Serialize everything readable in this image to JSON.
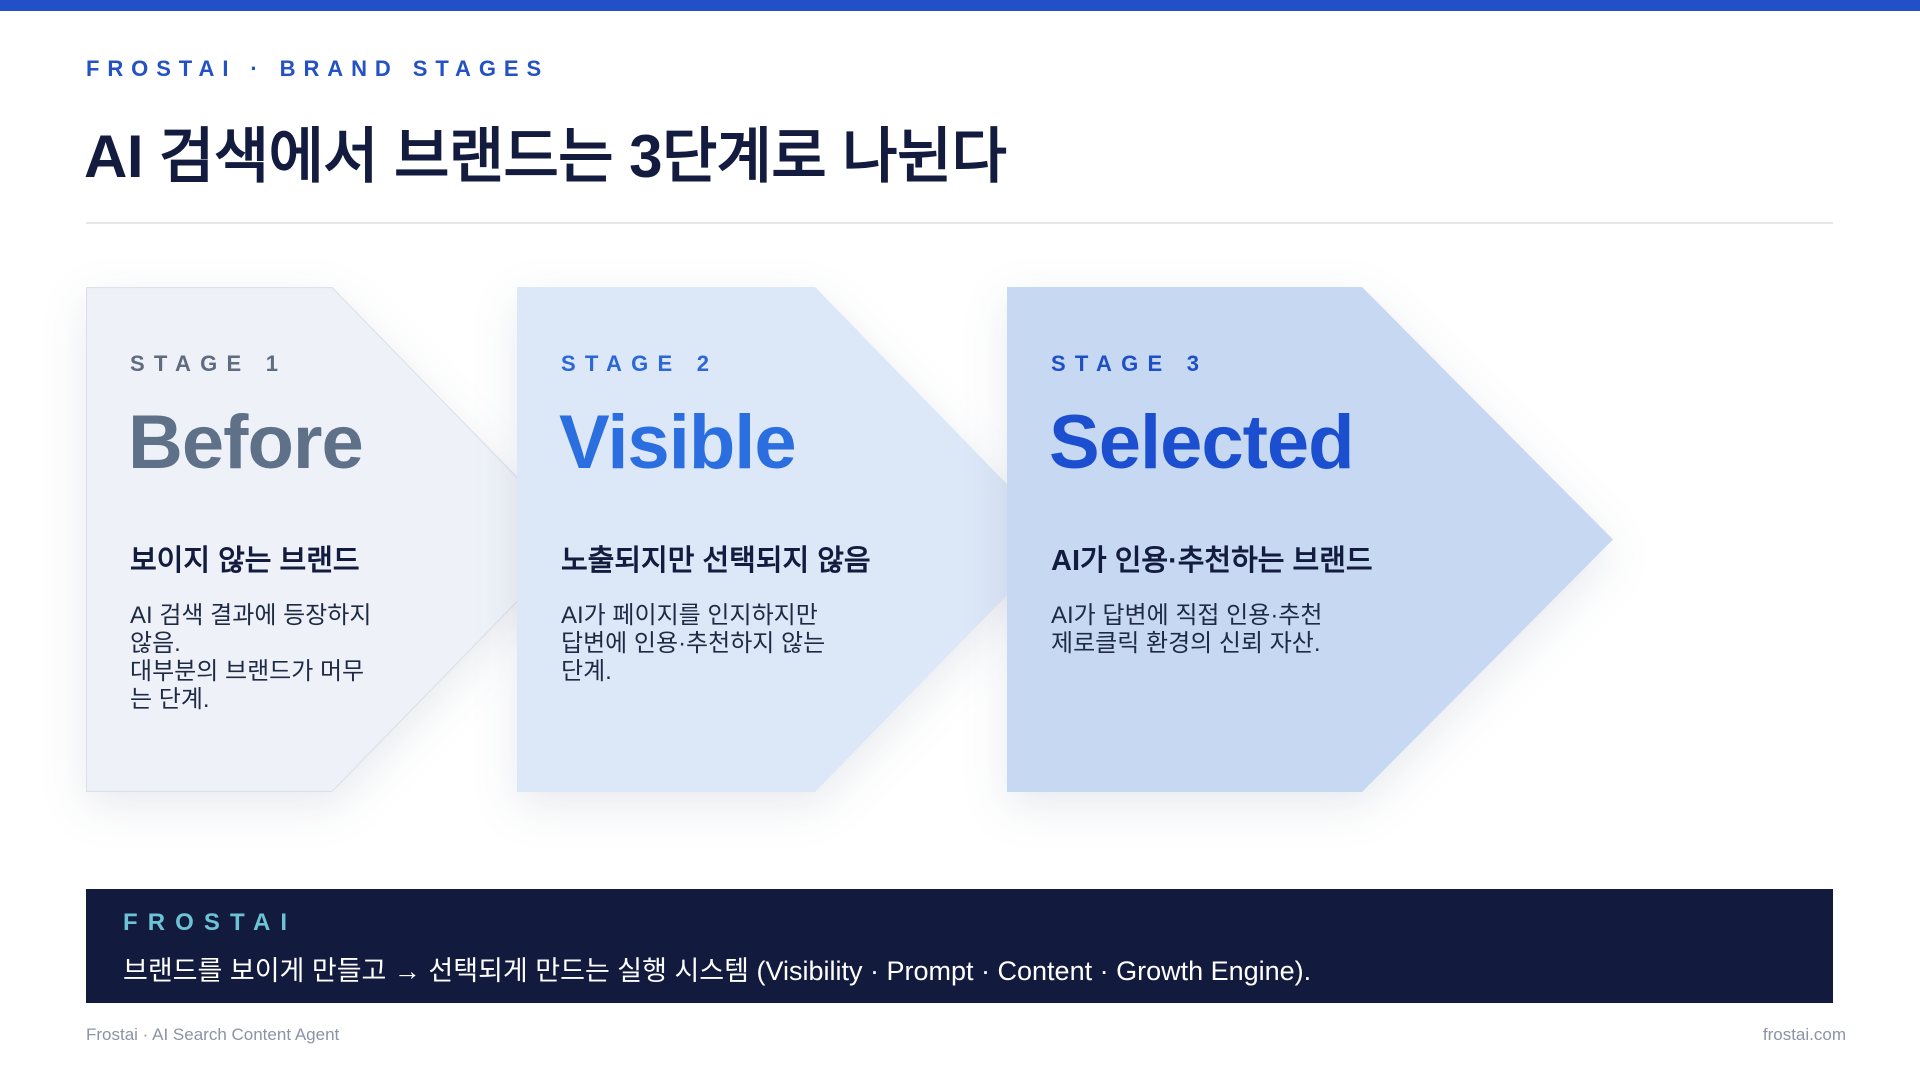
{
  "colors": {
    "top_bar": "#2150c8",
    "eyebrow": "#2452c4",
    "title": "#131c3e",
    "banner_bg": "#121a3d",
    "banner_label": "#6cc3d5"
  },
  "header": {
    "eyebrow": "FROSTAI · BRAND STAGES",
    "title": "AI 검색에서 브랜드는 3단계로 나뉜다"
  },
  "stages": [
    {
      "label": "STAGE 1",
      "name": "Before",
      "heading": "보이지 않는 브랜드",
      "description_lines": [
        "AI 검색 결과에 등장하지",
        "않음.",
        "대부분의 브랜드가 머무",
        "는 단계."
      ],
      "fill": "#eef2f8",
      "label_color": "#5e6b80",
      "name_color": "#5f7189"
    },
    {
      "label": "STAGE 2",
      "name": "Visible",
      "heading": "노출되지만 선택되지 않음",
      "description_lines": [
        "AI가 페이지를 인지하지만",
        "답변에 인용·추천하지 않는",
        "단계."
      ],
      "fill": "#dce7f7",
      "label_color": "#2b67d6",
      "name_color": "#2b6ee0"
    },
    {
      "label": "STAGE 3",
      "name": "Selected",
      "heading": "AI가 인용·추천하는 브랜드",
      "description_lines": [
        "AI가 답변에 직접 인용·추천",
        "제로클릭 환경의 신뢰 자산."
      ],
      "fill": "#c6d8f2",
      "label_color": "#1f4fc4",
      "name_color": "#1c4fd0"
    }
  ],
  "banner": {
    "label": "FROSTAI",
    "text": "브랜드를 보이게 만들고 → 선택되게 만드는 실행 시스템 (Visibility · Prompt · Content · Growth Engine)."
  },
  "footer": {
    "left": "Frostai · AI Search Content Agent",
    "right": "frostai.com"
  }
}
